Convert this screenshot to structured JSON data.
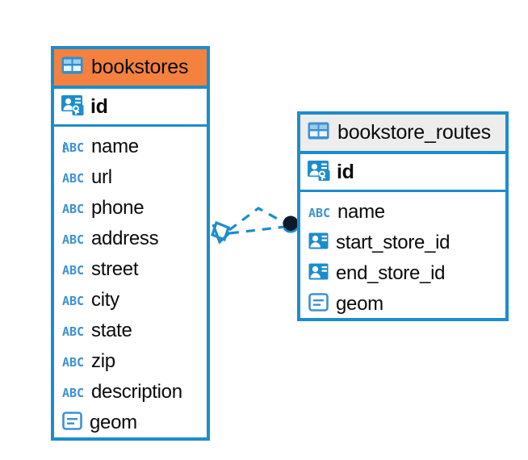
{
  "diagram": {
    "type": "entity-relationship-diagram",
    "colors": {
      "entity_border": "#1C8DCC",
      "selected_header": "#F5813F",
      "plain_header": "#EDEDED",
      "icon_blue": "#1C8DCC",
      "relationship_line": "#1C8DCC",
      "relationship_endpoint": "#0B1A2B",
      "text": "#0a0a0a",
      "background": "#ffffff"
    },
    "entities": [
      {
        "name": "bookstores",
        "table_icon": "table-grid-icon",
        "selected": true,
        "primary_key": {
          "label": "id",
          "icon": "primary-key-card-icon"
        },
        "fields": [
          {
            "label": "name",
            "icon": "abc-text-icon"
          },
          {
            "label": "url",
            "icon": "abc-text-icon"
          },
          {
            "label": "phone",
            "icon": "abc-text-icon"
          },
          {
            "label": "address",
            "icon": "abc-text-icon"
          },
          {
            "label": "street",
            "icon": "abc-text-icon"
          },
          {
            "label": "city",
            "icon": "abc-text-icon"
          },
          {
            "label": "state",
            "icon": "abc-text-icon"
          },
          {
            "label": "zip",
            "icon": "abc-text-icon"
          },
          {
            "label": "description",
            "icon": "abc-text-icon"
          },
          {
            "label": "geom",
            "icon": "geometry-icon"
          }
        ]
      },
      {
        "name": "bookstore_routes",
        "table_icon": "table-grid-icon",
        "selected": false,
        "primary_key": {
          "label": "id",
          "icon": "primary-key-card-icon"
        },
        "fields": [
          {
            "label": "name",
            "icon": "abc-text-icon"
          },
          {
            "label": "start_store_id",
            "icon": "foreign-key-card-icon"
          },
          {
            "label": "end_store_id",
            "icon": "foreign-key-card-icon"
          },
          {
            "label": "geom",
            "icon": "geometry-icon"
          }
        ]
      }
    ],
    "relationship": {
      "from_entity": "bookstores",
      "to_entity": "bookstore_routes",
      "style": "dashed",
      "source_marker": "diamond-crowsfoot-icon",
      "target_marker": "filled-circle-icon"
    }
  }
}
